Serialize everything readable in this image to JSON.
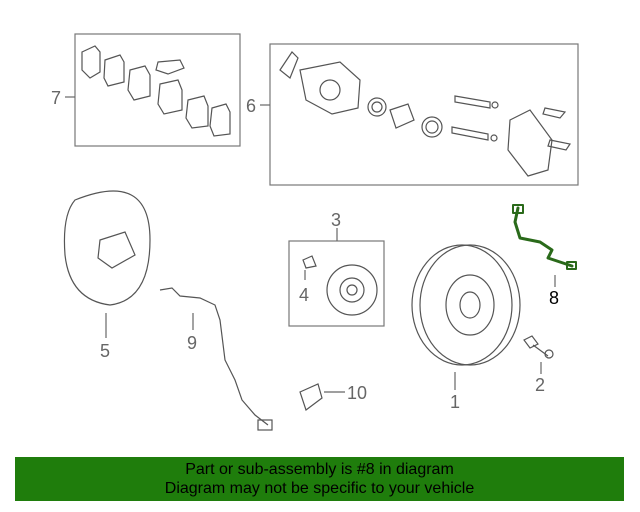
{
  "colors": {
    "highlight_part": "#2a6a1a",
    "banner_bg": "#1f7d0c",
    "line": "#555555"
  },
  "callouts": {
    "c1": "1",
    "c2": "2",
    "c3": "3",
    "c4": "4",
    "c5": "5",
    "c6": "6",
    "c7": "7",
    "c8": "8",
    "c9": "9",
    "c10": "10"
  },
  "banner": {
    "line1": "Part or sub-assembly is #8 in diagram",
    "line2": "Diagram may not be specific to your vehicle"
  }
}
